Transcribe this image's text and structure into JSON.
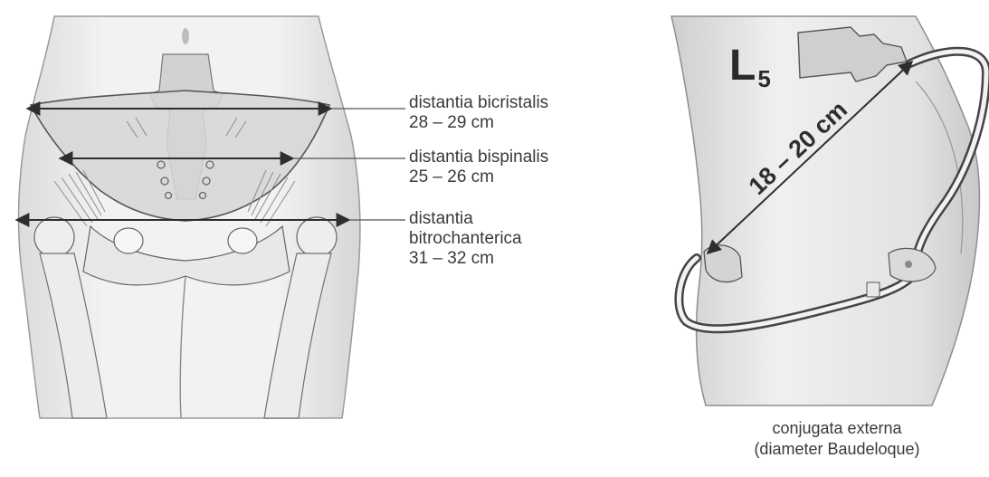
{
  "pelvis_measurements": [
    {
      "name": "distantia bicristalis",
      "value": "28 – 29 cm"
    },
    {
      "name": "distantia bispinalis",
      "value": "25 – 26 cm"
    },
    {
      "name": "distantia",
      "name_line2": "bitrochanterica",
      "value": "31 – 32 cm"
    }
  ],
  "lateral_view": {
    "vertebra_label": "L",
    "vertebra_subscript": "5",
    "measurement": "18 – 20 cm",
    "caption_line1": "conjugata externa",
    "caption_line2": "(diameter Baudeloque)"
  },
  "colors": {
    "line": "#3a3a3a",
    "shade": "#e6e6e6",
    "pelvis_fill": "#d8d8d8",
    "bone_fill": "#eeeeee"
  }
}
